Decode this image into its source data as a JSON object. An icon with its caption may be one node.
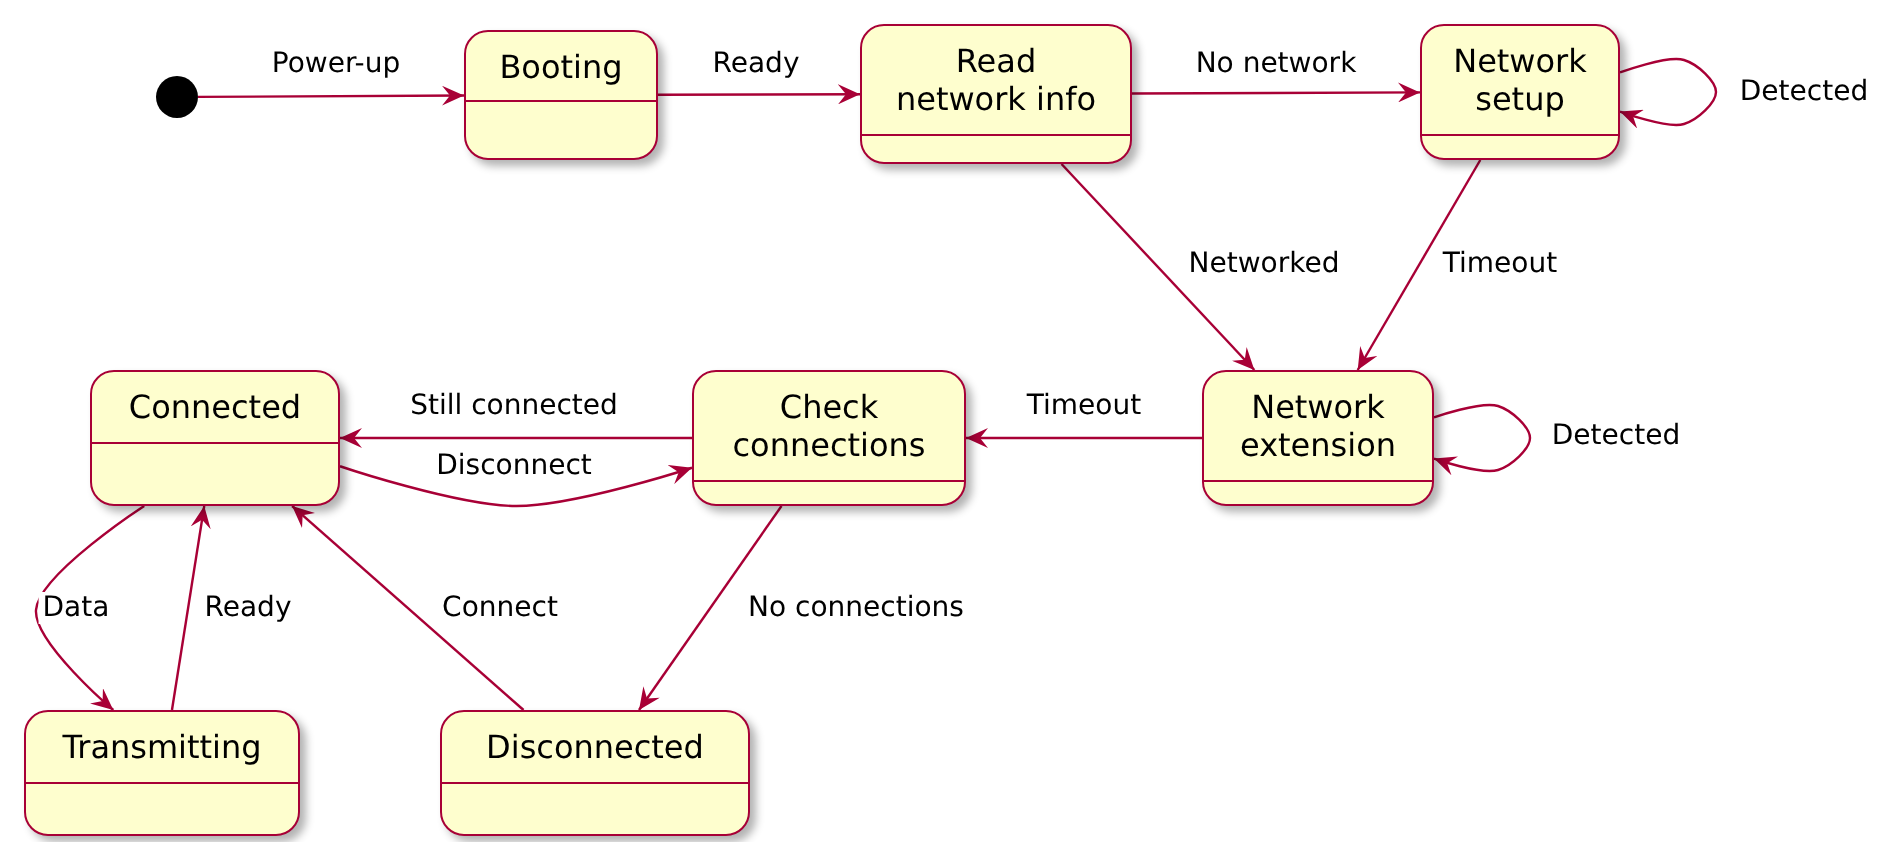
{
  "diagram": {
    "nodes": [
      {
        "text": [],
        "shape": "circle"
      },
      {
        "text": [
          "Booting"
        ]
      },
      {
        "text": [
          "Read network info"
        ]
      },
      {
        "text": [
          "Network setup"
        ]
      },
      {
        "text": [
          "Network extension"
        ]
      },
      {
        "text": [
          "Check connections"
        ]
      },
      {
        "text": [
          "Connected"
        ]
      },
      {
        "text": [
          "Transmitting"
        ]
      },
      {
        "text": [
          "Disconnected"
        ]
      }
    ],
    "edges": [
      {
        "from": 0,
        "to": 1,
        "arrow": "to",
        "label": "Power-up"
      },
      {
        "from": 1,
        "to": 2,
        "arrow": "to",
        "label": "Ready"
      },
      {
        "from": 2,
        "to": 3,
        "arrow": "to",
        "label": "No network"
      },
      {
        "from": 3,
        "to": 3,
        "arrow": "to",
        "label": "Detected"
      },
      {
        "from": 2,
        "to": 4,
        "arrow": "to",
        "label": "Networked"
      },
      {
        "from": 3,
        "to": 4,
        "arrow": "to",
        "label": "Timeout"
      },
      {
        "from": 4,
        "to": 4,
        "arrow": "to",
        "label": "Detected"
      },
      {
        "from": 4,
        "to": 5,
        "arrow": "to",
        "label": "Timeout"
      },
      {
        "from": 5,
        "to": 6,
        "arrow": "to",
        "label": "Still connected"
      },
      {
        "from": 6,
        "to": 5,
        "arrow": "to",
        "label": "Disconnect"
      },
      {
        "from": 5,
        "to": 8,
        "arrow": "to",
        "label": "No connections"
      },
      {
        "from": 6,
        "to": 7,
        "arrow": "to",
        "label": "Data"
      },
      {
        "from": 7,
        "to": 6,
        "arrow": "to",
        "label": "Ready"
      },
      {
        "from": 8,
        "to": 6,
        "arrow": "to",
        "label": "Connect"
      }
    ]
  }
}
